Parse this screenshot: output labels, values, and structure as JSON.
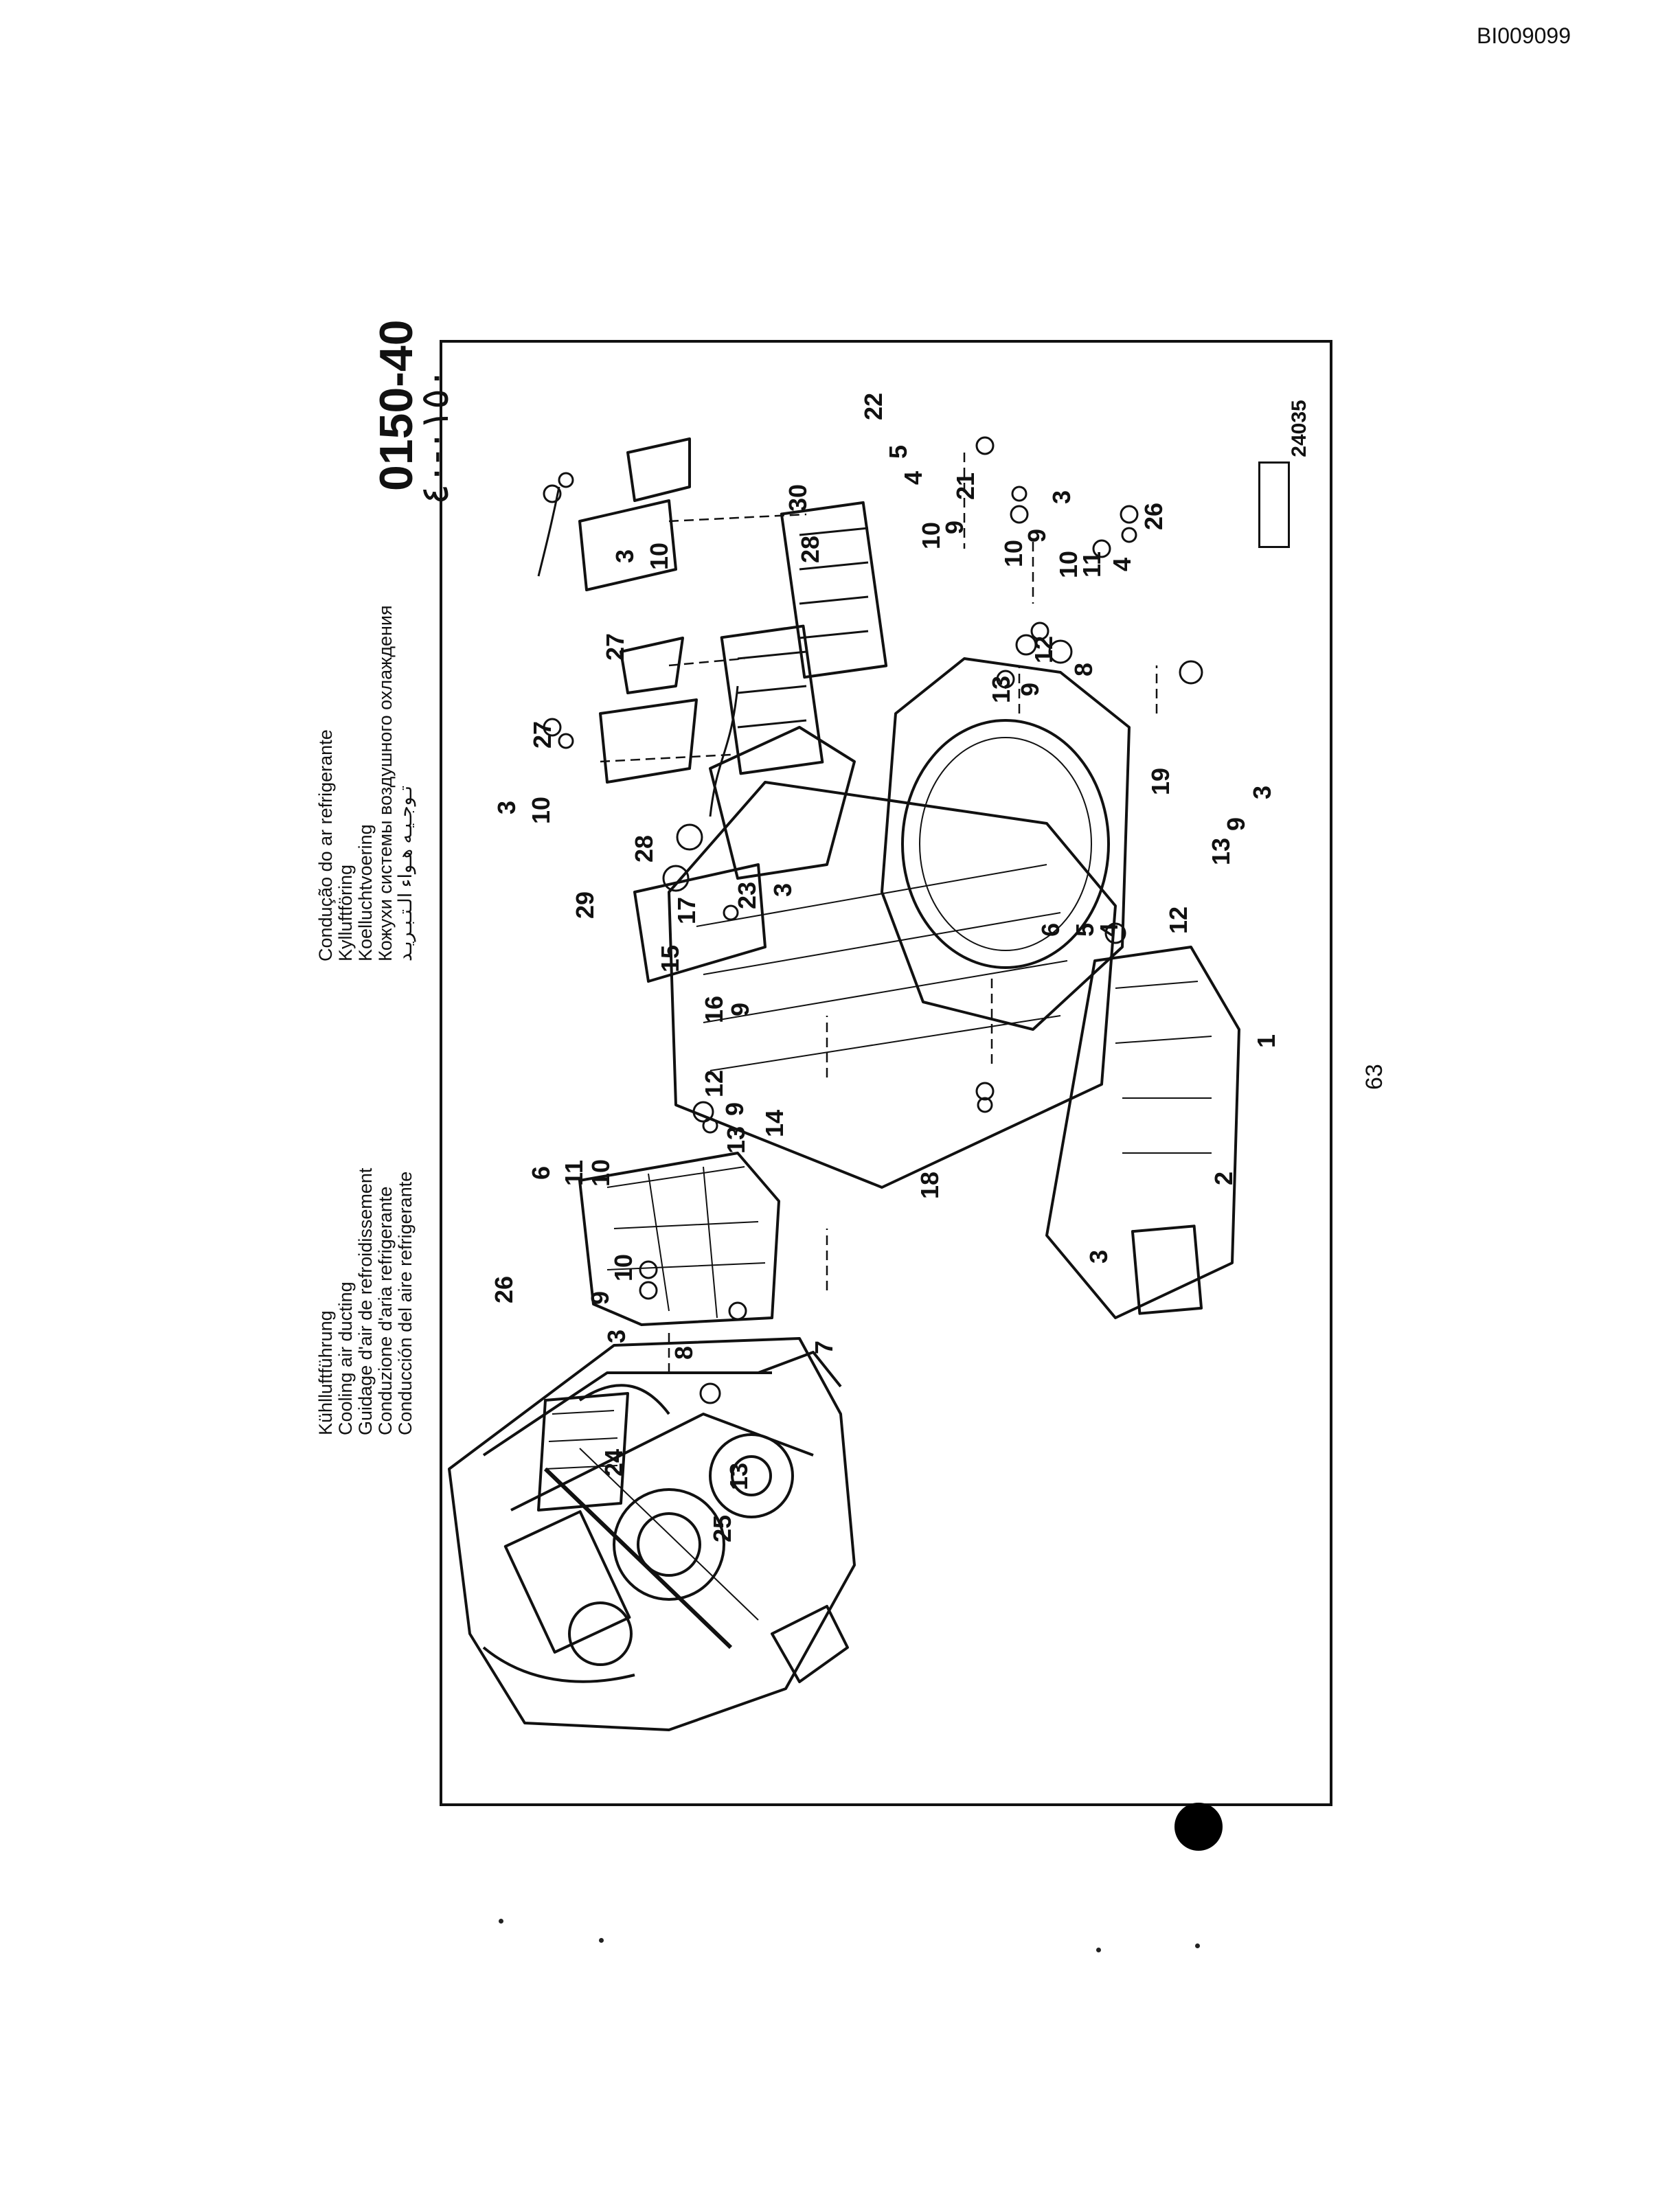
{
  "doc_id": "BI009099",
  "code": "0150-40",
  "arabic_code": "٠١٥٠-٤٠",
  "page_number": "63",
  "reference": "24035",
  "titles_left": [
    "Kühlluftführung",
    "Cooling air ducting",
    "Guidage d'air de refroidissement",
    "Conduzione d'aria refrigerante",
    "Conducción del aire refrigerante"
  ],
  "titles_right": [
    "Condução do ar refrigerante",
    "Kylluftföring",
    "Koelluchtvoering",
    "Кожухи системы воздушного охлаждения",
    "تـوجـيـه هـواء الـتـبـريـد"
  ],
  "callouts": {
    "c1": "3",
    "c2": "10",
    "c3": "27",
    "c4": "27",
    "c5": "3",
    "c6": "10",
    "c7": "28",
    "c8": "29",
    "c9": "28",
    "c10": "30",
    "c11": "23",
    "c12": "3",
    "c13": "17",
    "c14": "15",
    "c15": "16",
    "c16": "9",
    "c17": "12",
    "c18": "9",
    "c19": "13",
    "c20": "14",
    "c21": "18",
    "c22": "6",
    "c23": "11",
    "c24": "10",
    "c25": "26",
    "c26": "9",
    "c27": "10",
    "c28": "3",
    "c29": "8",
    "c30": "7",
    "c31": "24",
    "c32": "13",
    "c33": "25",
    "c34": "6",
    "c35": "5",
    "c36": "4",
    "c37": "12",
    "c38": "1",
    "c39": "2",
    "c40": "3",
    "c41": "13",
    "c42": "9",
    "c43": "3",
    "c44": "19",
    "c45": "22",
    "c46": "5",
    "c47": "4",
    "c48": "21",
    "c49": "10",
    "c50": "9",
    "c51": "10",
    "c52": "9",
    "c53": "3",
    "c54": "10",
    "c55": "11",
    "c56": "4",
    "c57": "26",
    "c58": "12",
    "c59": "13",
    "c60": "9",
    "c61": "8"
  }
}
